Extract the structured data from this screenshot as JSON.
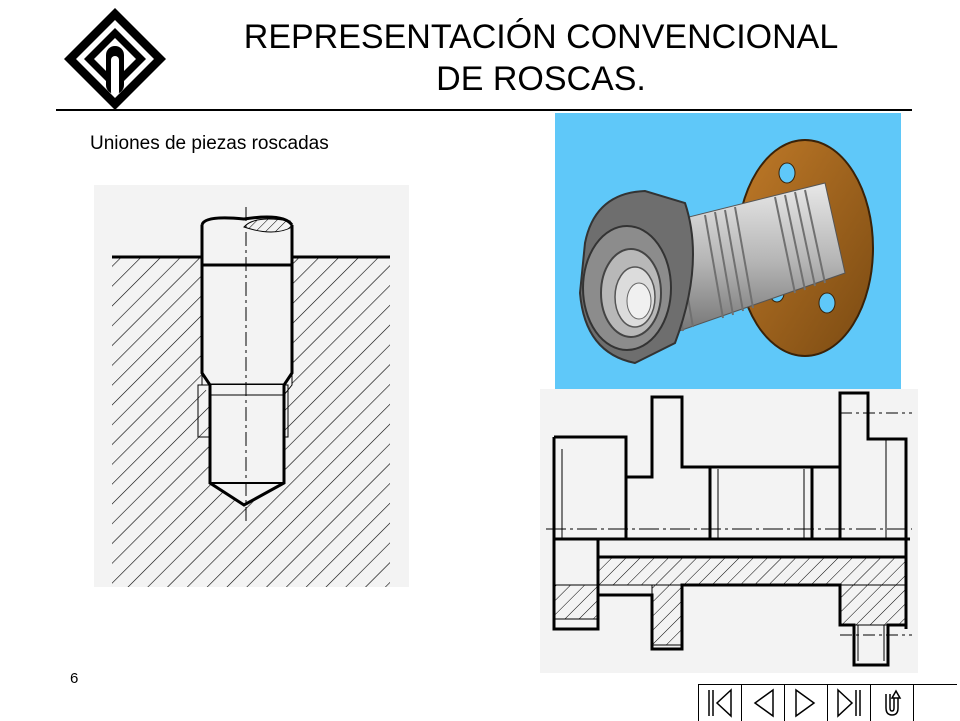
{
  "header": {
    "title_line1": "REPRESENTACIÓN CONVENCIONAL",
    "title_line2": "DE ROSCAS.",
    "logo_icon": "university-logo-icon"
  },
  "content": {
    "subtitle": "Uniones de piezas roscadas",
    "figures": [
      {
        "name": "tapped-hole-screw-drawing",
        "icon": "screw-section-drawing"
      },
      {
        "name": "threaded-pipe-union-3d-render",
        "icon": "pipe-union-3d-render"
      },
      {
        "name": "threaded-pipe-union-section-drawing",
        "icon": "pipe-union-section-drawing"
      }
    ]
  },
  "footer": {
    "page_number": "6",
    "nav_buttons": [
      "first-slide-icon",
      "previous-slide-icon",
      "next-slide-icon",
      "last-slide-icon",
      "return-icon"
    ]
  },
  "colors": {
    "render_background": "#5fc8f9",
    "drawing_background": "#f3f3f3",
    "metal_gray": "#a8a8a8",
    "flange_bronze": "#a0641e"
  }
}
